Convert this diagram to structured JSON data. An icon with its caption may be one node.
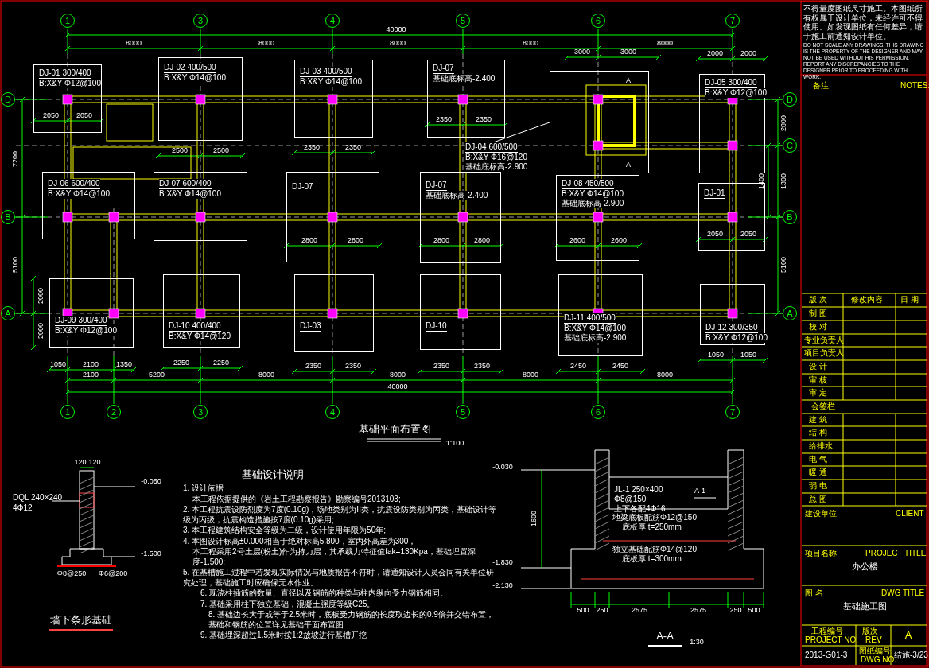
{
  "diagram": {
    "title": "基础平面布置图",
    "nodes": [
      {
        "text": [
          "1"
        ]
      },
      {
        "text": [
          "3"
        ]
      },
      {
        "text": [
          "4"
        ]
      },
      {
        "text": [
          "5"
        ]
      },
      {
        "text": [
          "6"
        ]
      },
      {
        "text": [
          "7"
        ]
      },
      {
        "text": [
          "D"
        ]
      },
      {
        "text": [
          "D"
        ]
      },
      {
        "text": [
          "C"
        ]
      },
      {
        "text": [
          "B"
        ]
      },
      {
        "text": [
          "B"
        ]
      },
      {
        "text": [
          "A"
        ]
      },
      {
        "text": [
          "A"
        ]
      },
      {
        "text": [
          "1"
        ]
      },
      {
        "text": [
          "2"
        ]
      },
      {
        "text": [
          "3"
        ]
      },
      {
        "text": [
          "4"
        ]
      },
      {
        "text": [
          "5"
        ]
      },
      {
        "text": [
          "6"
        ]
      },
      {
        "text": [
          "7"
        ]
      },
      {
        "text": [
          "DJ-01 300/400",
          "B:X&Y Φ12@100"
        ]
      },
      {
        "text": [
          "DJ-02 400/500",
          "B:X&Y Φ14@100"
        ]
      },
      {
        "text": [
          "DJ-03 400/500",
          "B:X&Y Φ14@100"
        ]
      },
      {
        "text": [
          "DJ-07",
          "基础底标高-2.400"
        ]
      },
      {
        "text": [],
        "shape": "box"
      },
      {
        "text": [
          "DJ-04 600/500",
          "B:X&Y Φ16@120",
          "基础底标高-2.900"
        ]
      },
      {
        "text": [
          "DJ-05 300/400",
          "B:X&Y Φ12@100"
        ]
      },
      {
        "text": [
          "DJ-06 600/400",
          "B:X&Y Φ14@100"
        ]
      },
      {
        "text": [
          "DJ-07 600/400",
          "B:X&Y Φ14@100"
        ]
      },
      {
        "text": [
          "DJ-07"
        ]
      },
      {
        "text": [
          "DJ-07",
          "基础底标高-2.400"
        ]
      },
      {
        "text": [
          "DJ-08 450/500",
          "B:X&Y Φ14@100",
          "基础底标高-2.900"
        ]
      },
      {
        "text": [
          "DJ-01"
        ]
      },
      {
        "text": [
          "DJ-09 300/400",
          "B:X&Y Φ12@100"
        ]
      },
      {
        "text": [
          "DJ-10 400/400",
          "B:X&Y Φ14@120"
        ]
      },
      {
        "text": [
          "DJ-03"
        ]
      },
      {
        "text": [
          "DJ-10"
        ]
      },
      {
        "text": [
          "DJ-11 400/500",
          "B:X&Y Φ14@100",
          "基础底标高-2.900"
        ]
      },
      {
        "text": [
          "DJ-12 300/350",
          "B:X&Y Φ12@100"
        ]
      }
    ],
    "edges": [
      {
        "from": 25,
        "to": 24,
        "arrow": "none"
      }
    ],
    "labels": [
      "40000",
      "8000",
      "8000",
      "8000",
      "8000",
      "8000",
      "3000",
      "3000",
      "2000",
      "2000",
      "7200",
      "5100",
      "2000",
      "2000",
      "2800",
      "1400",
      "1300",
      "5100",
      "2050",
      "2050",
      "2500",
      "2500",
      "2350",
      "2350",
      "2350",
      "2350",
      "2800",
      "2800",
      "2800",
      "2800",
      "2600",
      "2600",
      "2050",
      "2050",
      "1050",
      "2100",
      "1350",
      "2250",
      "2250",
      "2350",
      "2350",
      "2350",
      "2350",
      "2450",
      "2450",
      "1050",
      "1050",
      "2100",
      "5200",
      "8000",
      "8000",
      "8000",
      "8000",
      "40000",
      "1:100",
      "基础设计说明",
      "1. 设计依据",
      "本工程依据提供的《岩土工程勘察报告》勘察编号2013103;",
      "2. 本工程抗震设防烈度为7度(0.10g)，场地类别为II类，抗震设防类别为丙类，基础设计等级为丙级，抗震构造措施按7度(0.10g)采用;",
      "3. 本工程建筑结构安全等级为二级，设计使用年限为50年;",
      "4. 本图设计标高±0.000相当于绝对标高5.800，室内外高差为300，",
      "本工程采用2号土层(粉土)作为持力层，其承载力特征值fak=130Kpa，基础埋置深度-1.500;",
      "5. 在基槽施工过程中若发现实际情况与地质报告不符时，请通知设计人员会同有关单位研究处理，基础施工时应确保无水作业。",
      "6. 现浇柱插筋的数量、直径以及钢筋的种类与柱内纵向受力钢筋相同。",
      "7. 基础采用柱下独立基础，混凝土强度等级C25。",
      "8. 基础边长大于或等于2.5米时，底板受力钢筋的长度取边长的0.9倍并交错布置，基础和钢筋的位置详见基础平面布置图",
      "9. 基础埋深超过1.5米时按1:2放坡进行基槽开挖",
      "120",
      "120",
      "-0.050",
      "DQL 240×240",
      "4Φ12",
      "-1.500",
      "Φ8@250",
      "Φ6@200",
      "墙下条形基础",
      "-0.030",
      "-1.830",
      "-2.130",
      "JL-1 250×400",
      "Φ8@150",
      "上下各配4Φ16",
      "A-1",
      "1600",
      "地梁底板配筋Φ12@150",
      "底板厚 t=250mm",
      "独立基础配筋Φ14@120",
      "底板厚 t=300mm",
      "500",
      "250",
      "2575",
      "2575",
      "250",
      "500",
      "A-A",
      "1:30",
      "不得量度图纸尺寸施工。本图纸所有权属于设计单位，未经许可不得使用。如发现图纸有任何差异，请于施工前通知设计单位。",
      "DO NOT SCALE ANY DRAWINGS. THIS DRAWING IS THE PROPERTY OF THE DESIGNER AND MAY NOT BE USED WITHOUT HIS PERMISSION. REPORT ANY DISCREPANCIES TO THE DESIGNER PRIOR TO PROCEEDING WITH WORK.",
      "备注",
      "NOTES:",
      "版 次",
      "修改内容",
      "日 期",
      "制 图",
      "校 对",
      "专业负责人",
      "项目负责人",
      "设 计",
      "审 核",
      "审 定",
      "会签栏",
      "建 筑",
      "结 构",
      "给排水",
      "电 气",
      "暖 通",
      "弱 电",
      "总 图",
      "建设单位",
      "CLIENT",
      "项目名称",
      "PROJECT TITLE",
      "办公楼",
      "图 名",
      "DWG TITLE",
      "基础施工图",
      "工程编号",
      "PROJECT NO.",
      "版次",
      "REV",
      "A",
      "2013-G01-3",
      "图纸编号",
      "DWG NO.",
      "结施-3/23",
      "A",
      "A"
    ]
  }
}
